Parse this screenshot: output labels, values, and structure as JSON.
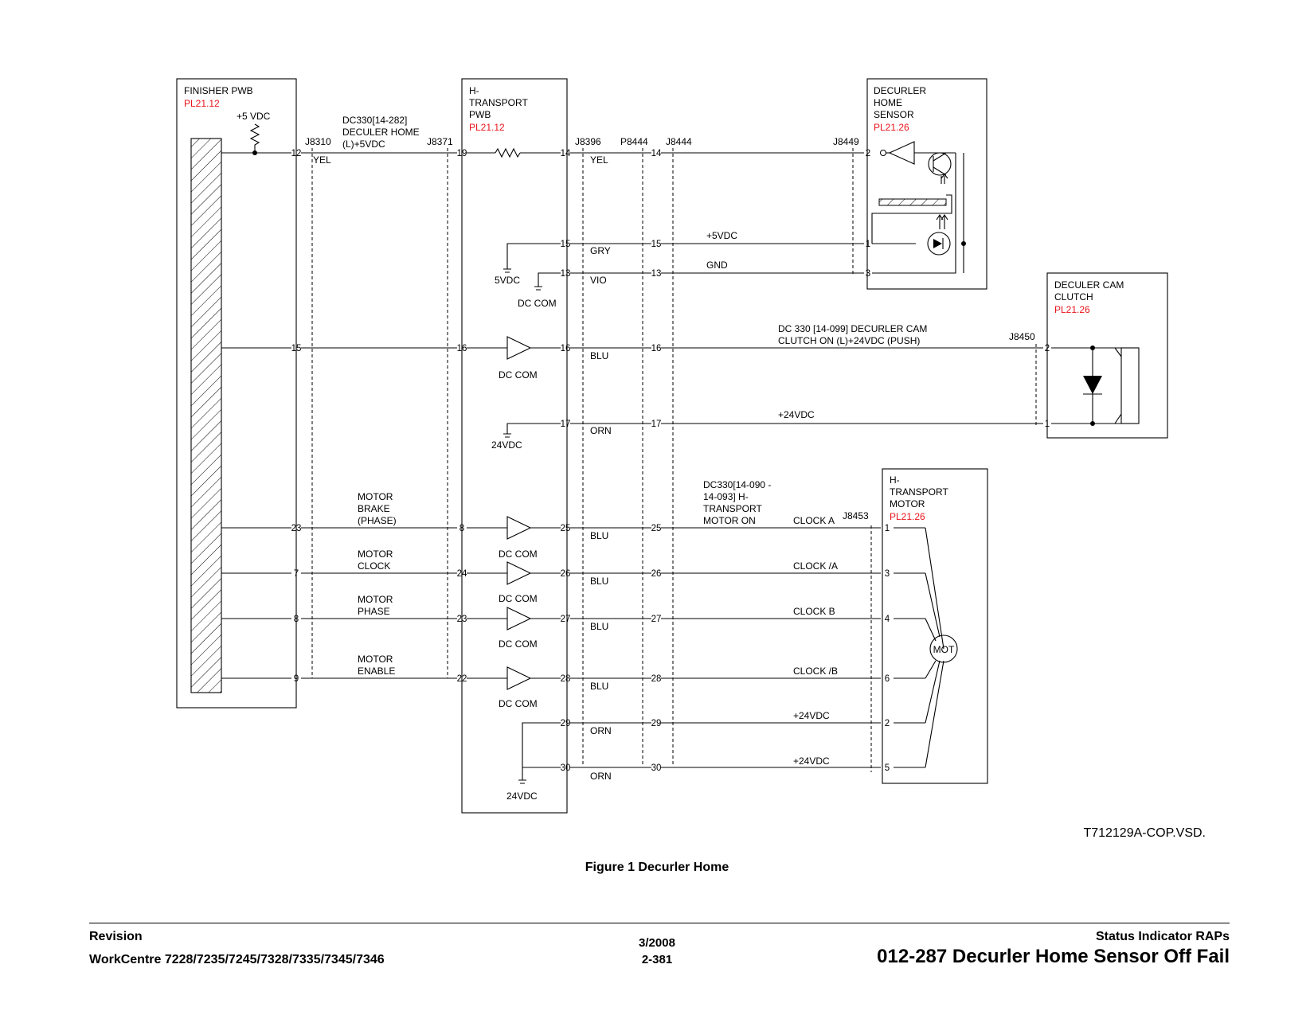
{
  "diagram": {
    "boxes": {
      "finisher_pwb": {
        "name": "FINISHER PWB",
        "ref": "PL21.12",
        "supply": "+5 VDC"
      },
      "h_transport_pwb": {
        "name": [
          "H-",
          "TRANSPORT",
          "PWB"
        ],
        "ref": "PL21.12"
      },
      "decurler_home_sensor": {
        "name": [
          "DECURLER",
          "HOME",
          "SENSOR"
        ],
        "ref": "PL21.26"
      },
      "deculer_cam_clutch": {
        "name": [
          "DECULER CAM",
          "CLUTCH"
        ],
        "ref": "PL21.26"
      },
      "h_transport_motor": {
        "name": [
          "H-",
          "TRANSPORT",
          "MOTOR"
        ],
        "ref": "PL21.26",
        "motor_label": "MOT"
      }
    },
    "connectors": {
      "j8310": "J8310",
      "j8371": "J8371",
      "j8396": "J8396",
      "p8444": "P8444",
      "j8444": "J8444",
      "j8449": "J8449",
      "j8450": "J8450",
      "j8453": "J8453"
    },
    "signals": {
      "home_sensor": [
        "DC330[14-282]",
        "DECULER HOME",
        "(L)+5VDC"
      ],
      "cam_clutch": [
        "DC 330 [14-099] DECURLER CAM",
        "CLUTCH ON (L)+24VDC (PUSH)"
      ],
      "motor_on": [
        "DC330[14-090 -",
        "14-093] H-",
        "TRANSPORT",
        "MOTOR ON"
      ],
      "motor_brake": [
        "MOTOR",
        "BRAKE",
        "(PHASE)"
      ],
      "motor_clock": [
        "MOTOR",
        "CLOCK"
      ],
      "motor_phase": [
        "MOTOR",
        "PHASE"
      ],
      "motor_enable": [
        "MOTOR",
        "ENABLE"
      ],
      "clock_a": "CLOCK A",
      "clock_na": "CLOCK /A",
      "clock_b": "CLOCK B",
      "clock_nb": "CLOCK /B",
      "plus5": "+5VDC",
      "gnd": "GND",
      "plus24": "+24VDC"
    },
    "power": {
      "v5": "5VDC",
      "dc_com": "DC COM",
      "v24": "24VDC"
    },
    "wire_colors": {
      "yel": "YEL",
      "gry": "GRY",
      "vio": "VIO",
      "blu": "BLU",
      "orn": "ORN"
    },
    "pins": {
      "fin": [
        "12",
        "15",
        "23",
        "7",
        "8",
        "9"
      ],
      "pwb_in": [
        "19",
        "16",
        "8",
        "24",
        "23",
        "22"
      ],
      "pwb_out": [
        "14",
        "15",
        "13",
        "16",
        "17",
        "25",
        "26",
        "27",
        "28",
        "29",
        "30"
      ],
      "j8444": [
        "14",
        "15",
        "13",
        "16",
        "17",
        "25",
        "26",
        "27",
        "28",
        "29",
        "30"
      ],
      "sensor": [
        "2",
        "1",
        "3"
      ],
      "clutch": [
        "2",
        "1"
      ],
      "motor": [
        "1",
        "3",
        "4",
        "6",
        "2",
        "5"
      ]
    }
  },
  "drawing_ref": "T712129A-COP.VSD.",
  "caption": "Figure 1 Decurler Home",
  "footer": {
    "revision": "Revision",
    "model": "WorkCentre 7228/7235/7245/7328/7335/7345/7346",
    "date": "3/2008",
    "page": "2-381",
    "section": "Status Indicator RAPs",
    "title": "012-287 Decurler Home Sensor Off Fail"
  }
}
